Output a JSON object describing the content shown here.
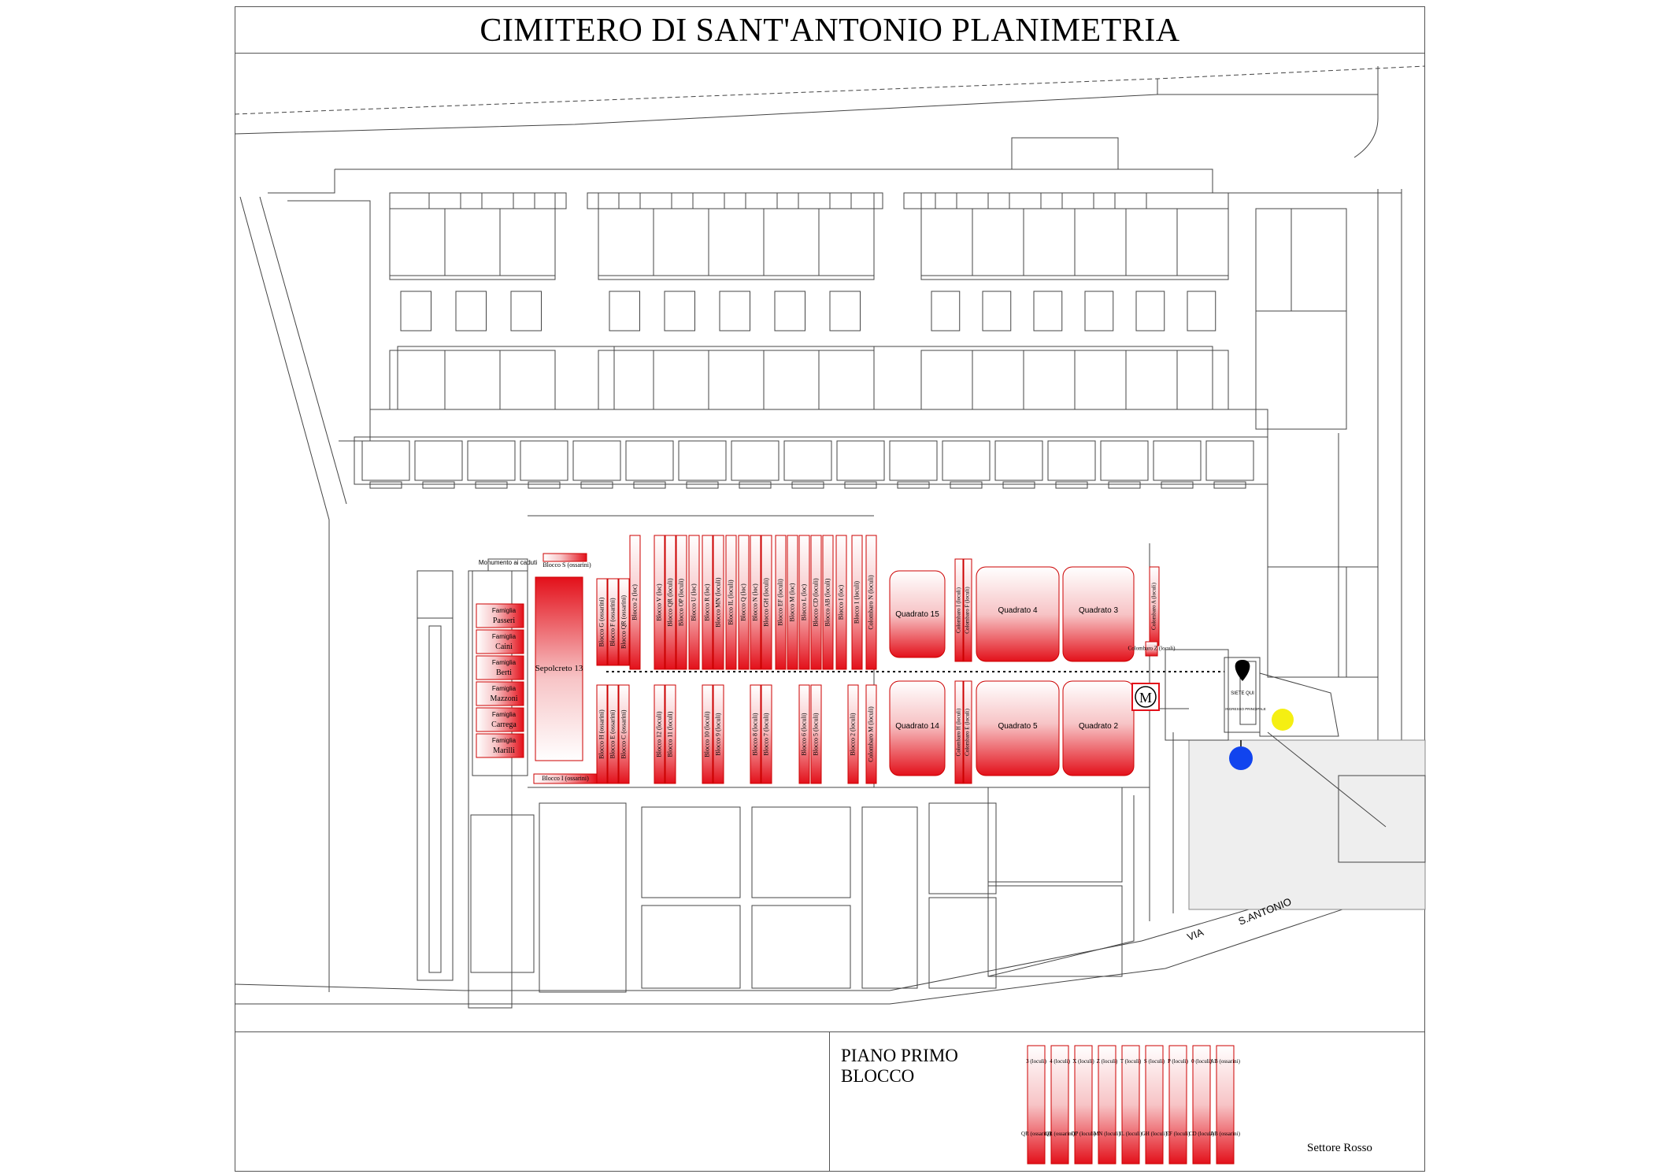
{
  "title": "CIMITERO DI SANT'ANTONIO PLANIMETRIA",
  "colors": {
    "red": "#e3101a",
    "blue": "#1144ee",
    "yellow": "#f5ef12",
    "line": "#444444"
  },
  "markers": {
    "you_are_here": "SIETE QUI",
    "main_entrance": "INGRESSO PRINCIPALE"
  },
  "street": {
    "prefix": "VIA",
    "name": "S.ANTONIO"
  },
  "family_chapels": [
    {
      "label": "Famiglia",
      "name": "Passeri"
    },
    {
      "label": "Famiglia",
      "name": "Caini"
    },
    {
      "label": "Famiglia",
      "name": "Berti"
    },
    {
      "label": "Famiglia",
      "name": "Mazzoni"
    },
    {
      "label": "Famiglia",
      "name": "Carrega"
    },
    {
      "label": "Famiglia",
      "name": "Marilli"
    }
  ],
  "monument": "Monumento ai caduti",
  "sepolcreto": "Sepolcreto 13",
  "blocco_top": "Blocco S (ossarini)",
  "blocco_bottom": "Blocco I (ossarini)",
  "blocks_upper": [
    "Blocco G (ossarini)",
    "Blocco F (ossarini)",
    "Blocco QR (ossarini)",
    "Blocco 2 (loc)",
    "Blocco V (loc)",
    "Blocco QR (loculi)",
    "Blocco OP (loculi)",
    "Blocco U (loc)",
    "Blocco R (loc)",
    "Blocco MN (loculi)",
    "Blocco IL (loculi)",
    "Blocco Q (loc)",
    "Blocco N (loc)",
    "Blocco GH (loculi)",
    "Blocco EF (loculi)",
    "Blocco M (loc)",
    "Blocco L (loc)",
    "Blocco CD (loculi)",
    "Blocco AB (loculi)",
    "Blocco I (loc)",
    "Blocco 1 (loculi)",
    "Colombaro N (loculi)"
  ],
  "blocks_lower": [
    "Blocco H (ossarini)",
    "Blocco E (ossarini)",
    "Blocco C (ossarini)",
    "Blocco 12 (loculi)",
    "Blocco 11 (loculi)",
    "Blocco 10 (loculi)",
    "Blocco 9 (loculi)",
    "Blocco 8 (loculi)",
    "Blocco 7 (loculi)",
    "Blocco 6 (loculi)",
    "Blocco 5 (loculi)",
    "Blocco 2 (loculi)",
    "Colombaro M (loculi)"
  ],
  "quadrati": [
    "Quadrato 15",
    "Quadrato 4",
    "Quadrato 3",
    "Quadrato 14",
    "Quadrato 5",
    "Quadrato 2"
  ],
  "colombari": [
    "Colombaro I (loculi)",
    "Colombaro F (loculi)",
    "Colombaro H (loculi)",
    "Colombaro E (loculi)",
    "Colombaro A (loculi)",
    "Colombaro Z (loculi)"
  ],
  "m_marker": "M",
  "legend": {
    "heading_line1": "PIANO PRIMO",
    "heading_line2": "BLOCCO",
    "settore": "Settore Rosso",
    "top_labels": [
      "3 (loculi)",
      "4 (loculi)",
      "X (loculi)",
      "Z (loculi)",
      "T (loculi)",
      "S (loculi)",
      "P (loculi)",
      "0 (loculi)",
      "AB (ossarini)"
    ],
    "bottom_labels": [
      "QR (ossarini)",
      "QR (ossarini)",
      "OP (loculi)",
      "MN (loculi)",
      "IL (loculi)",
      "GH (loculi)",
      "EF (loculi)",
      "CD (loculi)",
      "AB (ossarini)"
    ]
  }
}
